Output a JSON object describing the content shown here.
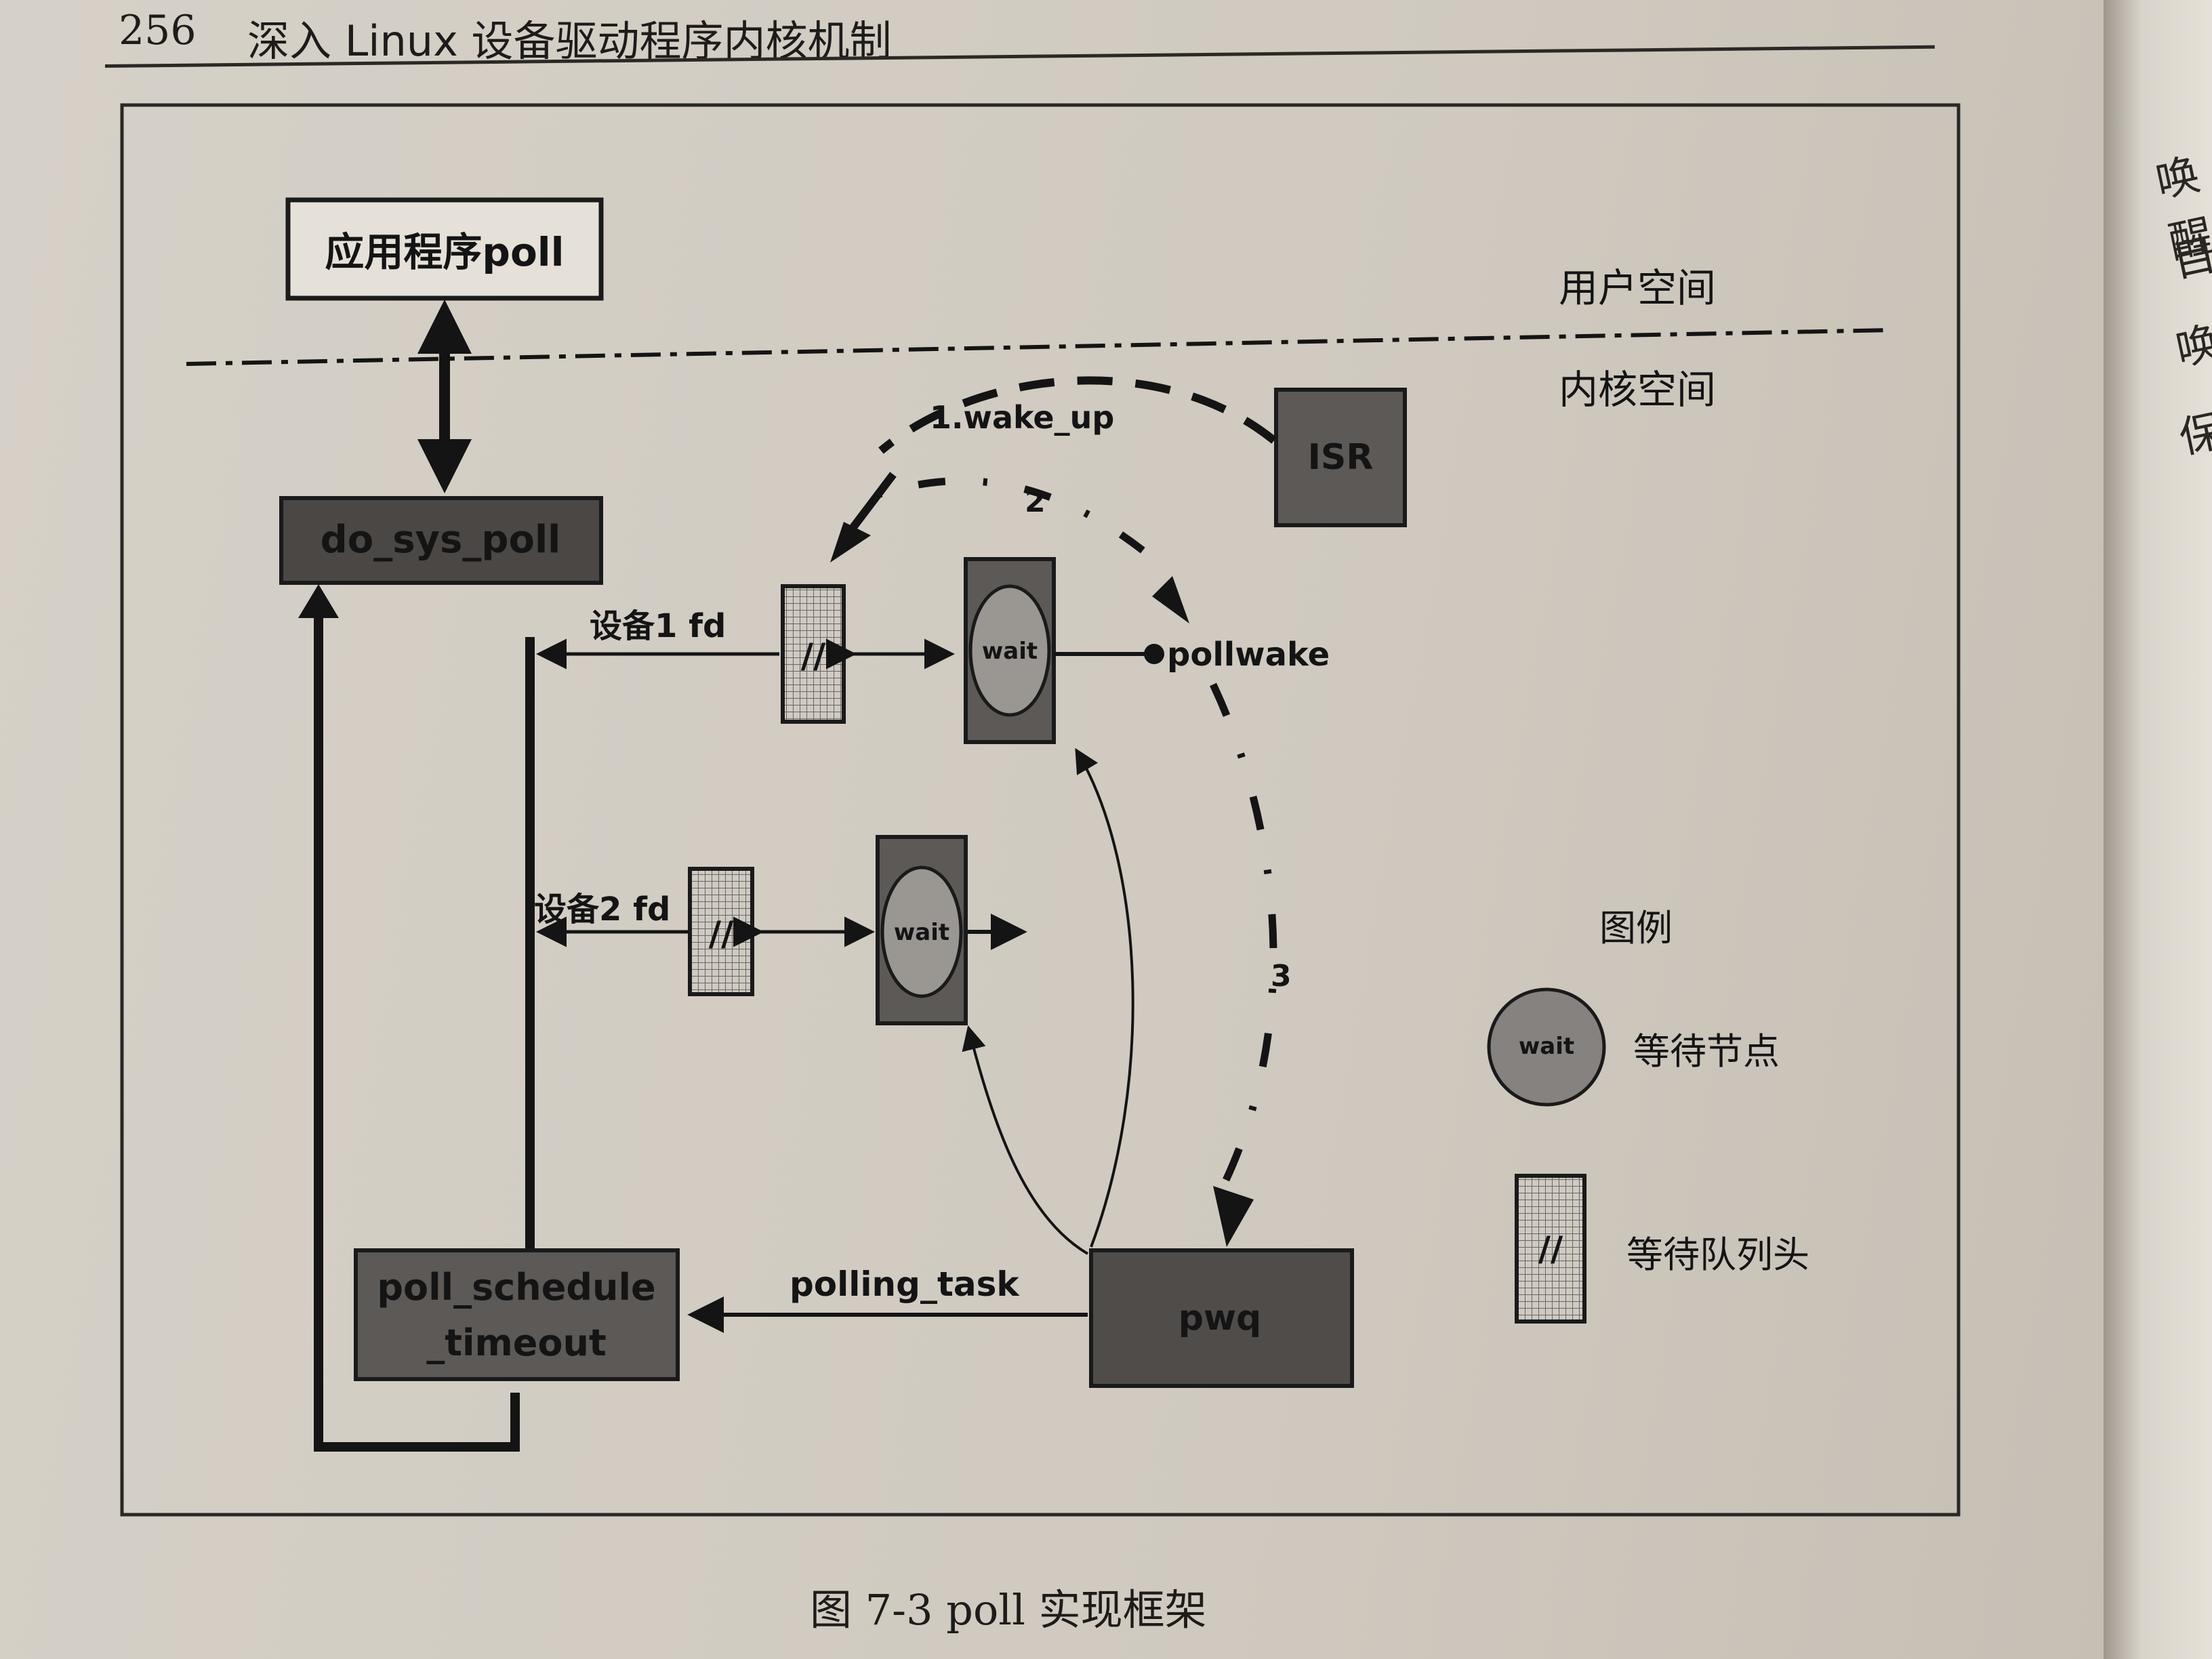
{
  "header": {
    "page_number": "256",
    "book_title": "深入 Linux 设备驱动程序内核机制"
  },
  "edge_text": [
    "唤醒",
    "目",
    "唤",
    "保"
  ],
  "diagram": {
    "app_poll": "应用程序poll",
    "user_space": "用户空间",
    "kernel_space": "内核空间",
    "do_sys_poll": "do_sys_poll",
    "isr": "ISR",
    "wake_up": "1.wake_up",
    "step2": "2",
    "step3": "3",
    "device1_fd": "设备1 fd",
    "device2_fd": "设备2 fd",
    "queue_head_symbol": "//",
    "wait": "wait",
    "pollwake": "pollwake",
    "polling_task": "polling_task",
    "poll_schedule_line1": "poll_schedule",
    "poll_schedule_line2": "_timeout",
    "pwq": "pwq",
    "legend_title": "图例",
    "legend_wait_node": "等待节点",
    "legend_queue_head": "等待队列头"
  },
  "caption": "图 7-3    poll 实现框架"
}
